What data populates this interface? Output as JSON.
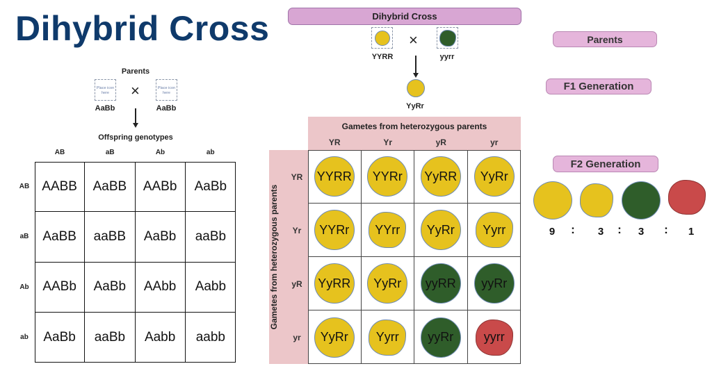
{
  "title": "Dihybrid Cross",
  "left_panel": {
    "parents_label": "Parents",
    "placeholder_text": "Place icon here",
    "cross_symbol": "×",
    "parent1": "AaBb",
    "parent2": "AaBb",
    "offspring_label": "Offspring genotypes",
    "col_headers": [
      "AB",
      "aB",
      "Ab",
      "ab"
    ],
    "row_headers": [
      "AB",
      "aB",
      "Ab",
      "ab"
    ],
    "cells": [
      [
        "AABB",
        "AaBB",
        "AABb",
        "AaBb"
      ],
      [
        "AaBB",
        "aaBB",
        "AaBb",
        "aaBb"
      ],
      [
        "AABb",
        "AaBb",
        "AAbb",
        "Aabb"
      ],
      [
        "AaBb",
        "aaBb",
        "Aabb",
        "aabb"
      ]
    ]
  },
  "center_panel": {
    "title": "Dihybrid Cross",
    "cross_symbol": "×",
    "parent1": {
      "label": "YYRR",
      "color": "#e6c21e"
    },
    "parent2": {
      "label": "yyrr",
      "color": "#2f5d2a"
    },
    "f1": {
      "label": "YyRr",
      "color": "#e6c21e"
    },
    "top_band_title": "Gametes from heterozygous parents",
    "left_band_title": "Gametes from heterozygous parents",
    "col_headers": [
      "YR",
      "Yr",
      "yR",
      "yr"
    ],
    "row_headers": [
      "YR",
      "Yr",
      "yR",
      "yr"
    ],
    "cells": [
      [
        {
          "g": "YYRR",
          "c": "yellow",
          "s": "round"
        },
        {
          "g": "YYRr",
          "c": "yellow",
          "s": "round"
        },
        {
          "g": "YyRR",
          "c": "yellow",
          "s": "round"
        },
        {
          "g": "YyRr",
          "c": "yellow",
          "s": "round"
        }
      ],
      [
        {
          "g": "YYRr",
          "c": "yellow",
          "s": "round"
        },
        {
          "g": "YYrr",
          "c": "yellow",
          "s": "wrinkled"
        },
        {
          "g": "YyRr",
          "c": "yellow",
          "s": "round"
        },
        {
          "g": "Yyrr",
          "c": "yellow",
          "s": "wrinkled"
        }
      ],
      [
        {
          "g": "YyRR",
          "c": "yellow",
          "s": "round"
        },
        {
          "g": "YyRr",
          "c": "yellow",
          "s": "round"
        },
        {
          "g": "yyRR",
          "c": "green",
          "s": "round"
        },
        {
          "g": "yyRr",
          "c": "green",
          "s": "round"
        }
      ],
      [
        {
          "g": "YyRr",
          "c": "yellow",
          "s": "round"
        },
        {
          "g": "Yyrr",
          "c": "yellow",
          "s": "wrinkled"
        },
        {
          "g": "yyRr",
          "c": "green",
          "s": "round"
        },
        {
          "g": "yyrr",
          "c": "red",
          "s": "wrinkled"
        }
      ]
    ]
  },
  "right_panel": {
    "parents_label": "Parents",
    "f1_label": "F1 Generation",
    "f2_label": "F2 Generation",
    "ratio": [
      "9",
      "3",
      "3",
      "1"
    ],
    "ratio_separator": ":"
  },
  "colors": {
    "title_blue": "#0f3a6b",
    "pea_yellow": "#e6c21e",
    "pea_green": "#2f5d2a",
    "pea_red": "#c94a4a",
    "pill_purple": "#d8a6d3",
    "band_pink": "#ecc6c9"
  }
}
